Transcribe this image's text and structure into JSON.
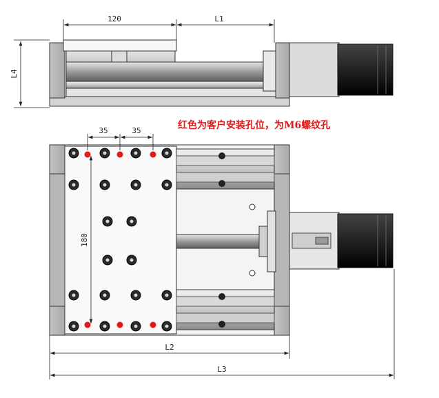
{
  "dimensions": {
    "width_120": "120",
    "l1": "L1",
    "l4": "L4",
    "pitch_35_left": "35",
    "pitch_35_right": "35",
    "height_180": "180",
    "l2": "L2",
    "l3": "L3"
  },
  "note": "红色为客户安装孔位，为M6螺纹孔",
  "colors": {
    "mount_hole": "#e0191b",
    "line": "#222222",
    "note": "#e0191b"
  }
}
